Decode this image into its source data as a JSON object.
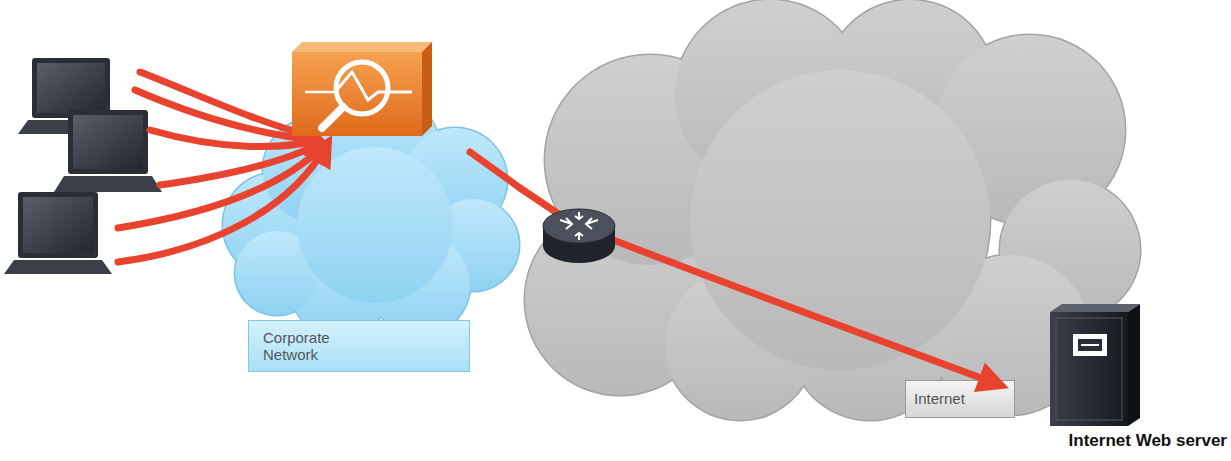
{
  "diagram": {
    "nodes": [
      {
        "text": [
          "Corporate Network"
        ]
      },
      {
        "text": [
          "Internet"
        ]
      },
      {
        "text": [
          "Internet Web server"
        ]
      }
    ],
    "edges": [
      {
        "from": 0,
        "to": 2,
        "arrow": "to"
      }
    ]
  }
}
